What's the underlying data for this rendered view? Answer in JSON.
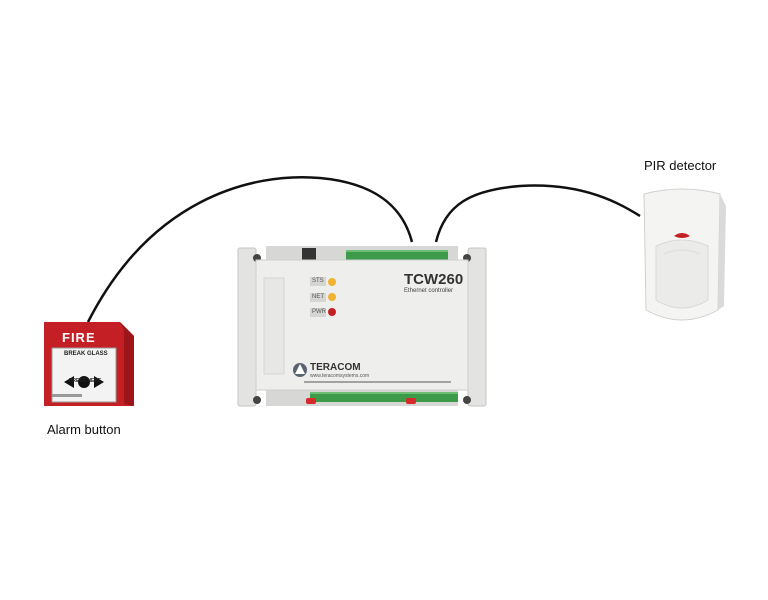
{
  "labels": {
    "alarm_button": "Alarm button",
    "pir_detector": "PIR detector"
  },
  "fire_box": {
    "title": "FIRE",
    "line1": "BREAK GLASS",
    "line2": "PRESS HERE"
  },
  "controller": {
    "model": "TCW260",
    "subtitle": "Ethernet controller",
    "brand": "TERACOM",
    "website": "www.teracomsystems.com",
    "led_labels": [
      "STS",
      "NET",
      "PWR"
    ]
  },
  "colors": {
    "fire_red": "#d42a2a",
    "terminal_green": "#3c9a48",
    "wire": "#111111",
    "housing": "#eeeeec"
  }
}
